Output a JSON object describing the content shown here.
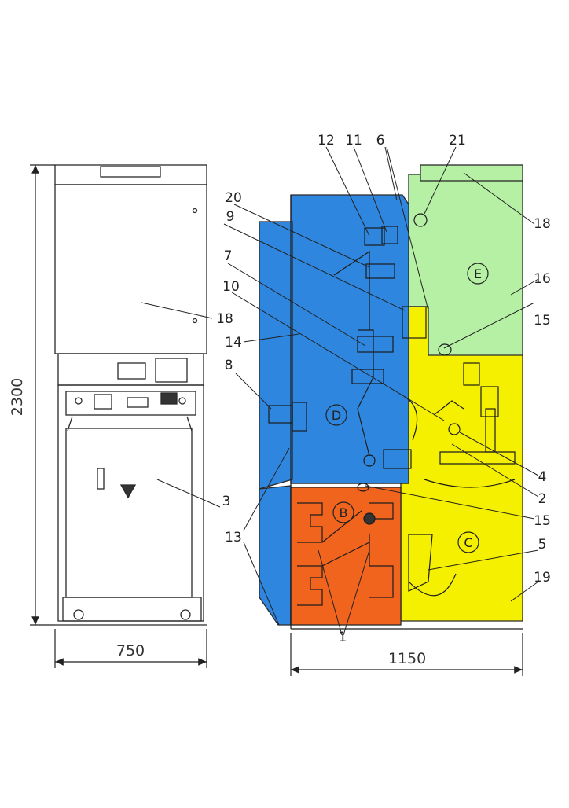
{
  "dimensions": {
    "height_front": "2300",
    "width_front": "750",
    "depth_side": "1150"
  },
  "zones": {
    "b": "B",
    "c": "C",
    "d": "D",
    "e": "E"
  },
  "callouts": {
    "n1": "1",
    "n2": "2",
    "n3": "3",
    "n4": "4",
    "n5": "5",
    "n6": "6",
    "n7": "7",
    "n8": "8",
    "n9": "9",
    "n10": "10",
    "n11": "11",
    "n12": "12",
    "n13": "13",
    "n14": "14",
    "n15a": "15",
    "n15b": "15",
    "n16": "16",
    "n18a": "18",
    "n18b": "18",
    "n19": "19",
    "n20": "20",
    "n21": "21"
  },
  "colors": {
    "blue": "#2e86de",
    "orange": "#f0641e",
    "yellow": "#f5f000",
    "green": "#b6f0a4",
    "line": "#2a2a2a"
  }
}
